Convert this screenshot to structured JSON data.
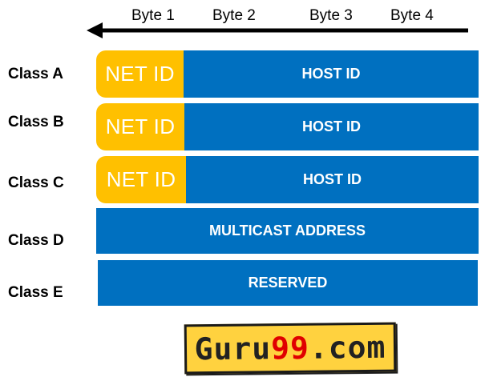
{
  "bytes": {
    "byte1": "Byte 1",
    "byte2": "Byte 2",
    "byte3": "Byte 3",
    "byte4": "Byte 4"
  },
  "classes": [
    {
      "label": "Class A",
      "net": "NET ID",
      "host": "HOST ID"
    },
    {
      "label": "Class B",
      "net": "NET ID",
      "host": "HOST ID"
    },
    {
      "label": "Class C",
      "net": "NET ID",
      "host": "HOST ID"
    },
    {
      "label": "Class D",
      "full": "MULTICAST ADDRESS"
    },
    {
      "label": "Class E",
      "full": "RESERVED"
    }
  ],
  "logo": {
    "prefix": "Guru",
    "accent": "99",
    "suffix": ".com"
  },
  "colors": {
    "net_id": "#ffc000",
    "host_id": "#0070c0",
    "logo_bg": "#ffd23f",
    "logo_accent": "#e00000"
  }
}
